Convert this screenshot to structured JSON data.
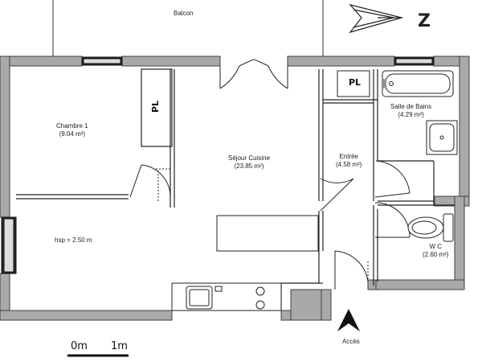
{
  "rooms": {
    "balcon": {
      "name": "Balcon"
    },
    "chambre": {
      "name": "Chambre  1",
      "area": "(9.04 m²)"
    },
    "sejour": {
      "name": "Séjour Cuisine",
      "area": "(23.85  m²)"
    },
    "entree": {
      "name": "Entrée",
      "area": "(4.58 m²)"
    },
    "bains": {
      "name": "Salle de Bains",
      "area": "(4.29 m²)"
    },
    "wc": {
      "name": "W C",
      "area": "(2.60 m²)"
    }
  },
  "ceiling_height": "hsp = 2.50 m",
  "access_label": "Accès",
  "placard_label": "PL",
  "scale": {
    "start": "0m",
    "end": "1m"
  },
  "colors": {
    "wall": "#a9a9a9",
    "wall_outline": "#404040",
    "line": "#222222"
  }
}
